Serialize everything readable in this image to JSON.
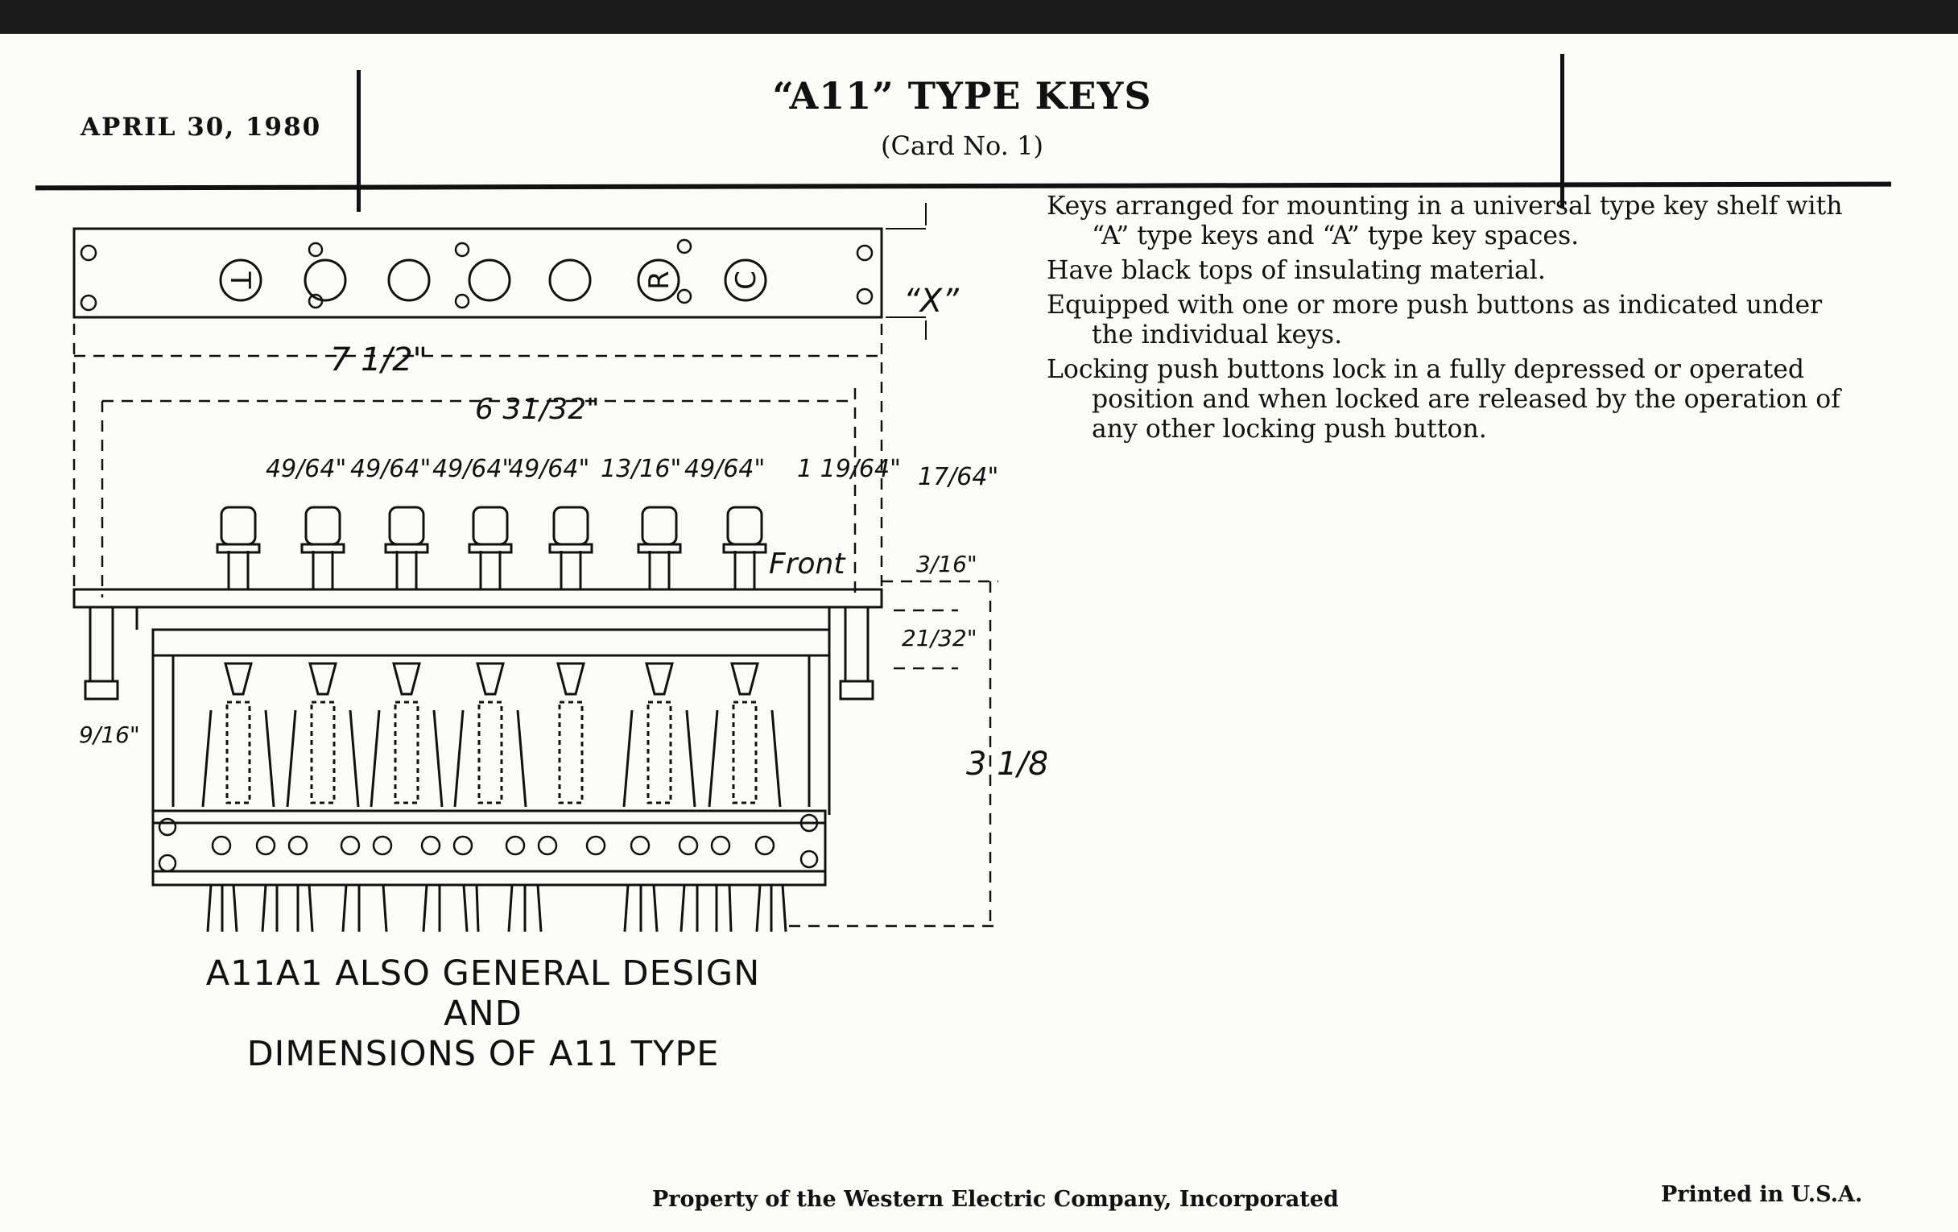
{
  "header": {
    "date": "APRIL 30, 1980",
    "title": "“A11” TYPE KEYS",
    "card_no": "(Card No. 1)"
  },
  "description": [
    "Keys arranged for mounting in a universal type key shelf with “A” type keys and “A” type key spaces.",
    "Have black tops of insulating material.",
    "Equipped with one or more push buttons as indicated under the individual keys.",
    "Locking push buttons lock in a fully depressed or operated position and when locked are released by the operation of any other locking push button."
  ],
  "drawing": {
    "button_t": "T",
    "button_r": "R",
    "button_c": "C",
    "dim_x": "“X”",
    "dim_overall_width": "7 1/2\"",
    "dim_button_span": "6 31/32\"",
    "spacing": [
      "49/64\"",
      "49/64\"",
      "49/64\"",
      "49/64\"",
      "13/16\"",
      "49/64\""
    ],
    "dim_end_offset": "1 19/64\"",
    "dim_right_offset": "17/64\"",
    "front_label": "Front",
    "dim_plate_thickness": "3/16\"",
    "dim_plate_depth": "21/32\"",
    "dim_stud_width": "9/16\"",
    "dim_height": "3 1/8\""
  },
  "caption": {
    "line1": "A11A1 ALSO GENERAL DESIGN AND",
    "line2": "DIMENSIONS OF A11 TYPE"
  },
  "footer": {
    "property": "Property of the Western Electric Company, Incorporated",
    "printed": "Printed in U.S.A."
  }
}
